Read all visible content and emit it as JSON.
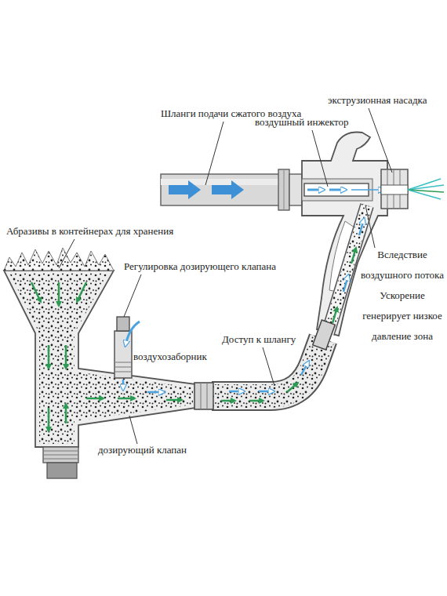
{
  "diagram": {
    "labels": [
      "экструзионная насадка",
      "Шланги подачи сжатого воздуха",
      "воздушный инжектор",
      "Абразивы в контейнерах для хранения",
      "Регулировка дозирующего клапана",
      "Вследствие воздушного потока Ускорение генерирует низкое давление зона",
      "Доступ к шлангу",
      "воздухозаборник",
      "дозирующий клапан"
    ]
  }
}
